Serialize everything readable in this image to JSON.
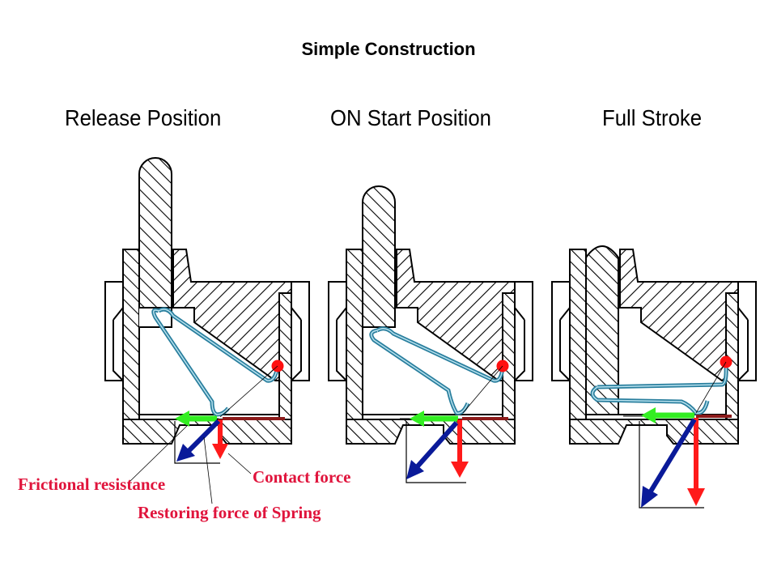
{
  "title": "Simple Construction",
  "panels": [
    {
      "id": "release",
      "label": "Release Position"
    },
    {
      "id": "on-start",
      "label": "ON Start Position"
    },
    {
      "id": "full-stroke",
      "label": "Full Stroke"
    }
  ],
  "force_labels": {
    "frictional": "Frictional resistance",
    "contact": "Contact force",
    "restoring": "Restoring force of Spring"
  },
  "colors": {
    "hatch": "#000000",
    "spring": "#2a7f9e",
    "spring_inner": "#b9e2ef",
    "pivot": "#ff1010",
    "friction_arrow": "#33ee22",
    "contact_arrow": "#ff1a1a",
    "restoring_arrow": "#0a1a99",
    "contact_plate": "#8b1a1a",
    "label": "#e0143c"
  }
}
